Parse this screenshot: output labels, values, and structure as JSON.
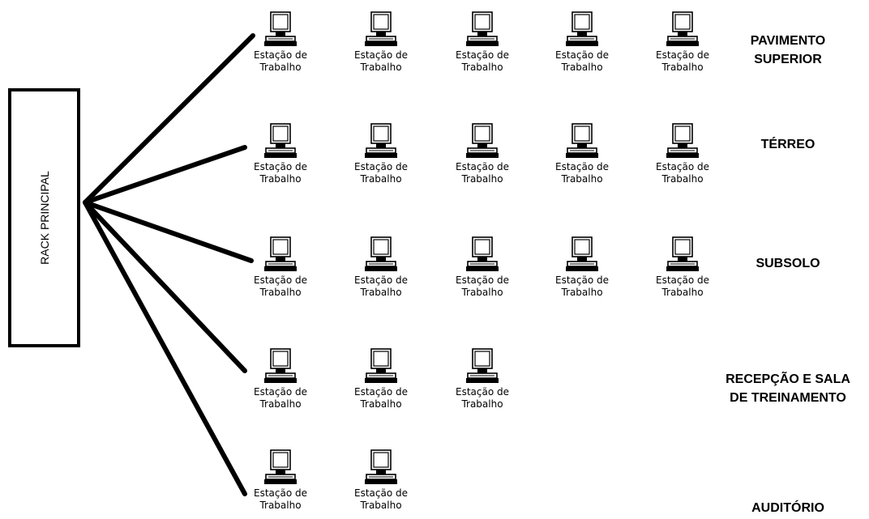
{
  "rack": {
    "label": "RACK PRINCIPAL"
  },
  "station": {
    "line1": "Estação de",
    "line2": "Trabalho"
  },
  "floors": [
    {
      "label_line1": "PAVIMENTO",
      "label_line2": "SUPERIOR",
      "stations": 5
    },
    {
      "label_line1": "TÉRREO",
      "label_line2": "",
      "stations": 5
    },
    {
      "label_line1": "SUBSOLO",
      "label_line2": "",
      "stations": 5
    },
    {
      "label_line1": "RECEPÇÃO E SALA",
      "label_line2": "DE TREINAMENTO",
      "stations": 3
    },
    {
      "label_line1": "AUDITÓRIO",
      "label_line2": "",
      "stations": 2
    }
  ]
}
